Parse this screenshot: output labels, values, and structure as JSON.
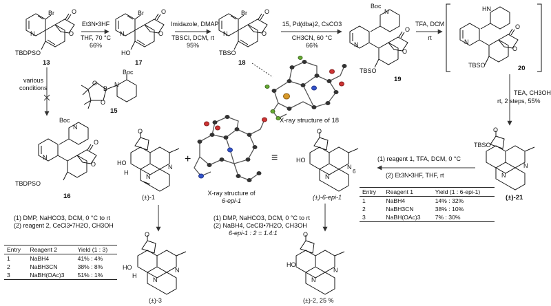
{
  "compounds": {
    "c13": "13",
    "c17": "17",
    "c18": "18",
    "c19": "19",
    "c20": "20",
    "c15": "15",
    "c16": "16",
    "c21": "(±)-21",
    "c1": "(±)-1",
    "c6epi1": "(±)-6-epi-1",
    "c3": "(±)-3",
    "c2": "(±)-2, 25 %"
  },
  "atoms": {
    "br": "Br",
    "n": "N",
    "o": "O",
    "tbdpso": "TBDPSO",
    "tbso": "TBSO",
    "ho": "HO",
    "boc": "Boc",
    "hn": "HN",
    "h": "H",
    "b": "B",
    "six": "6"
  },
  "conditions": {
    "s1_top": "Et3N•3HF",
    "s1_bot": "THF, 70 °C",
    "s1_yield": "66%",
    "s2_top": "Imidazole, DMAP",
    "s2_bot": "TBSCl, DCM, rt",
    "s2_yield": "95%",
    "s3_top": "15, Pd(dba)2, CsCO3",
    "s3_bot": "CH3CN, 60 °C",
    "s3_yield": "66%",
    "s4_top": "TFA, DCM",
    "s4_bot": "rt",
    "s5_a": "TEA, CH3OH",
    "s5_b": "rt, 2 steps, 55%",
    "various_a": "various",
    "various_b": "conditions",
    "r21_a": "(1) reagent 1, TFA, DCM, 0 °C",
    "r21_b": "(2) Et3N•3HF, THF, rt",
    "r1_a": "(1) DMP, NaHCO3, DCM, 0 °C to rt",
    "r1_b": "(2) reagent 2, CeCl3•7H2O, CH3OH",
    "r6_a": "(1) DMP, NaHCO3, DCM, 0 °C to rt",
    "r6_b": "(2) NaBH4, CeCl3•7H2O, CH3OH",
    "r6_c": "6-epi-1 : 2 = 1.4:1"
  },
  "xray": {
    "x18": "X-ray structure of 18",
    "x6a": "X-ray structure of",
    "x6b": "6-epi-1"
  },
  "plus": "+",
  "equiv": "≡",
  "table1": {
    "headers": [
      "Entry",
      "Reagent 1",
      "Yield (1 : 6-epi-1)"
    ],
    "rows": [
      [
        "1",
        "NaBH4",
        "14% : 32%"
      ],
      [
        "2",
        "NaBH3CN",
        "38% : 10%"
      ],
      [
        "3",
        "NaBH(OAc)3",
        "7% : 30%"
      ]
    ]
  },
  "table2": {
    "headers": [
      "Entry",
      "Reagent 2",
      "Yield (1 : 3)"
    ],
    "rows": [
      [
        "1",
        "NaBH4",
        "41% : 4%"
      ],
      [
        "2",
        "NaBH3CN",
        "38% : 8%"
      ],
      [
        "3",
        "NaBH(OAc)3",
        "51% : 1%"
      ]
    ]
  }
}
